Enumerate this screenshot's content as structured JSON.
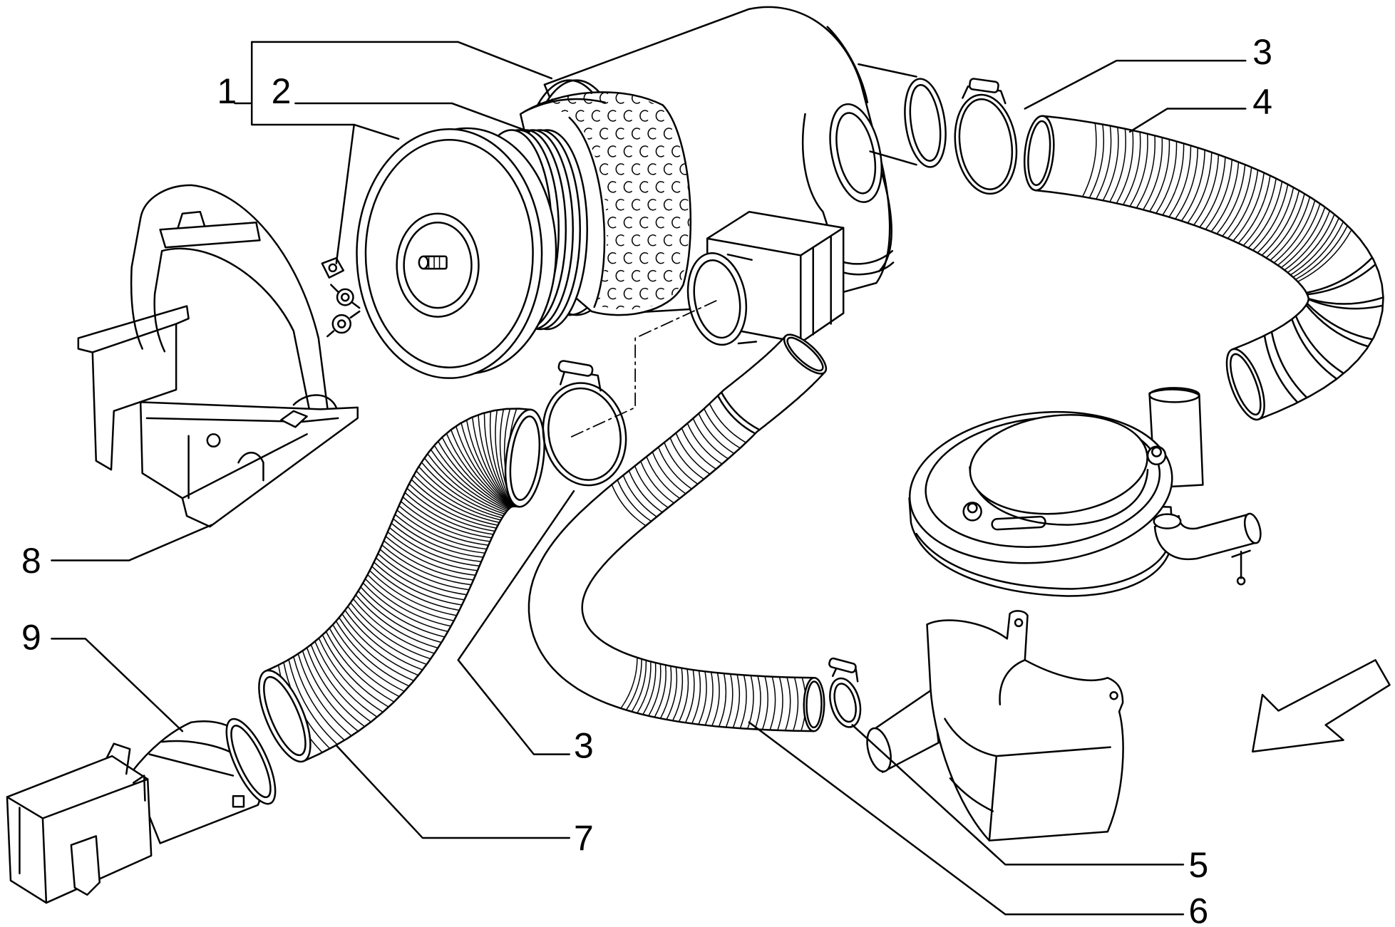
{
  "callouts": {
    "label_1": "1",
    "label_2": "2",
    "label_3_top": "3",
    "label_4": "4",
    "label_3_bottom": "3",
    "label_5": "5",
    "label_6": "6",
    "label_7": "7",
    "label_8": "8",
    "label_9": "9"
  },
  "colors": {
    "line": "#000000",
    "background": "#ffffff"
  },
  "icons": {
    "direction_arrow": "arrow-down-left-icon"
  }
}
